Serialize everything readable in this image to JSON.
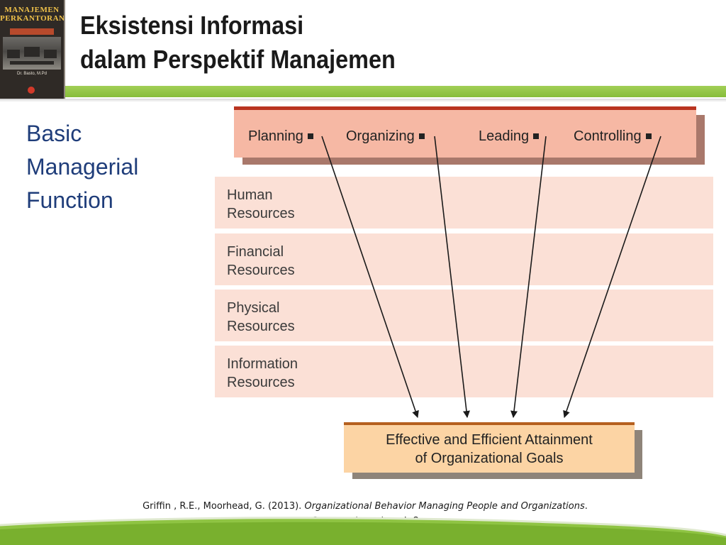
{
  "logo": {
    "cover_title_line1": "MANAJEMEN",
    "cover_title_line2": "PERKANTORAN",
    "cover_author": "Dr. Basto, M.Pd",
    "colors": {
      "cover_bg": "#2f2a26",
      "cover_title": "#f0c24a"
    }
  },
  "header": {
    "title_line1": "Eksistensi Informasi",
    "title_line2": "dalam Perspektif Manajemen",
    "bar_color": "#8fc443"
  },
  "side_label": {
    "line1": "Basic",
    "line2": "Managerial",
    "line3": "Function",
    "color": "#1f3d7a"
  },
  "diagram": {
    "functions": [
      "Planning",
      "Organizing",
      "Leading",
      "Controlling"
    ],
    "resources": [
      {
        "line1": "Human",
        "line2": "Resources"
      },
      {
        "line1": "Financial",
        "line2": "Resources"
      },
      {
        "line1": "Physical",
        "line2": "Resources"
      },
      {
        "line1": "Information",
        "line2": "Resources"
      }
    ],
    "goal": {
      "line1": "Effective and Efficient Attainment",
      "line2": "of Organizational Goals"
    },
    "colors": {
      "function_fill": "#f6b8a4",
      "function_border": "#b93420",
      "resource_fill": "#fbe0d6",
      "goal_fill": "#fcd4a4",
      "goal_border": "#b5601f"
    }
  },
  "citation": {
    "authors": "Griffin , R.E.,  Moorhead, G.  (2013).",
    "title": "Organizational Behavior Managing People and Organizations",
    "end": ".",
    "publisher": "Cengage Learning., h.8"
  }
}
